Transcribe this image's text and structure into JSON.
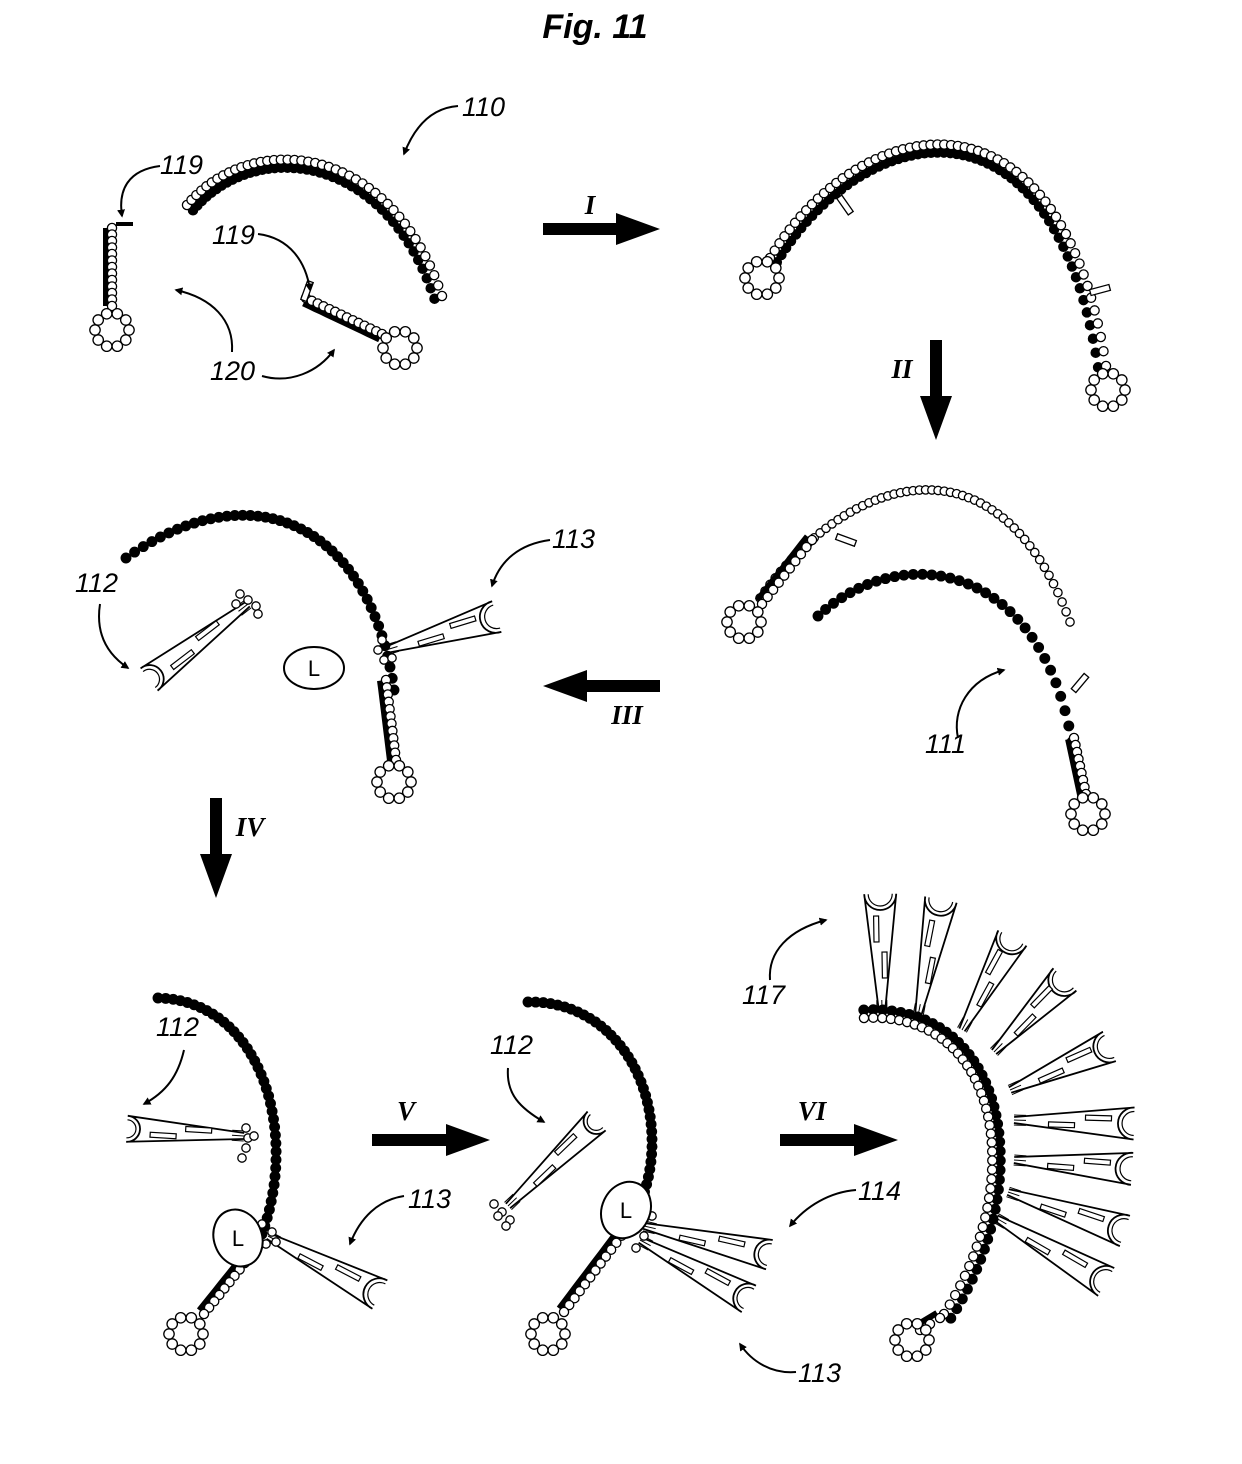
{
  "figure": {
    "title": "Fig. 11",
    "steps": [
      "I",
      "II",
      "III",
      "IV",
      "V",
      "VI"
    ],
    "ligand_label": "L",
    "references": {
      "r110": "110",
      "r119a": "119",
      "r119b": "119",
      "r120": "120",
      "r113a": "113",
      "r112a": "112",
      "r111": "111",
      "r112b": "112",
      "r113b": "113",
      "r112c": "112",
      "r114": "114",
      "r113c": "113",
      "r117": "117"
    }
  },
  "colors": {
    "ink": "#000000",
    "paper": "#ffffff"
  }
}
